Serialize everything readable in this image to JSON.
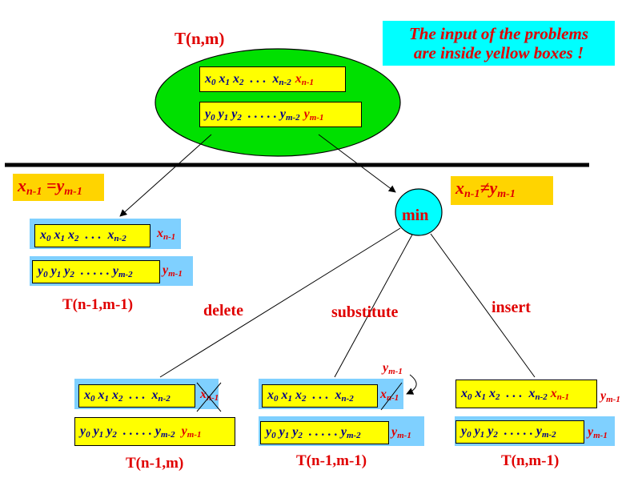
{
  "note": {
    "line1": "The input of the problems",
    "line2": "are inside yellow boxes !"
  },
  "labels": {
    "root": "T(n,m)",
    "left_result": "T(n-1,m-1)",
    "bottom_left": "T(n-1,m)",
    "bottom_mid": "T(n-1,m-1)",
    "bottom_right": "T(n,m-1)",
    "min": "min",
    "delete": "delete",
    "substitute": "substitute",
    "insert": "insert"
  },
  "conditions": {
    "equal": "x_{n-1} = y_{m-1}",
    "not_equal": "x_{n-1} ≠ y_{m-1}"
  },
  "sequences": {
    "x": "x0 x1 x2 . . . xn-2",
    "y": "y0 y1 y2 . . . . . ym-2",
    "x_last": "xn-1",
    "y_last": "ym-1"
  },
  "colors": {
    "ellipse": "#00e000",
    "min_circle": "#00ffff",
    "note_bg": "#00ffff",
    "cond_bg": "#ffd400",
    "yellow_box": "#ffff00",
    "blue_box": "#7fd0ff",
    "label_red": "#e00000",
    "seq_blue": "#00008b"
  }
}
